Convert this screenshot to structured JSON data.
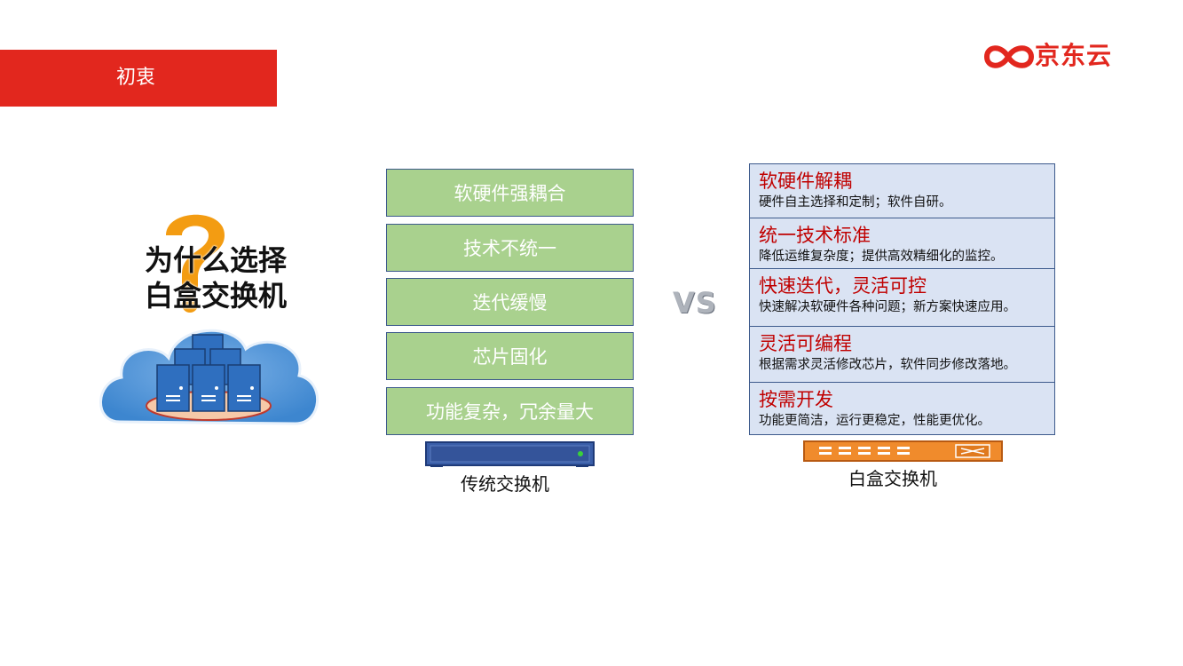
{
  "header": {
    "title": "初衷"
  },
  "logo": {
    "text": "京东云",
    "color": "#e2271e"
  },
  "illustration": {
    "line1": "为什么选择",
    "line2": "白盒交换机"
  },
  "traditional": {
    "items": [
      "软硬件强耦合",
      "技术不统一",
      "迭代缓慢",
      "芯片固化",
      "功能复杂，冗余量大"
    ],
    "label": "传统交换机"
  },
  "vs": "VS",
  "whitebox": {
    "items": [
      {
        "title": "软硬件解耦",
        "desc": "硬件自主选择和定制；软件自研。"
      },
      {
        "title": "统一技术标准",
        "desc": "降低运维复杂度；提供高效精细化的监控。"
      },
      {
        "title": "快速迭代，灵活可控",
        "desc": "快速解决软硬件各种问题；新方案快速应用。"
      },
      {
        "title": "灵活可编程",
        "desc": "根据需求灵活修改芯片，软件同步修改落地。"
      },
      {
        "title": "按需开发",
        "desc": "功能更简洁，运行更稳定，性能更优化。"
      }
    ],
    "label": "白盒交换机"
  },
  "colors": {
    "accent": "#e2271e",
    "green_box": "#a9d18e",
    "blue_box": "#dae3f3",
    "title_red": "#c00000"
  }
}
